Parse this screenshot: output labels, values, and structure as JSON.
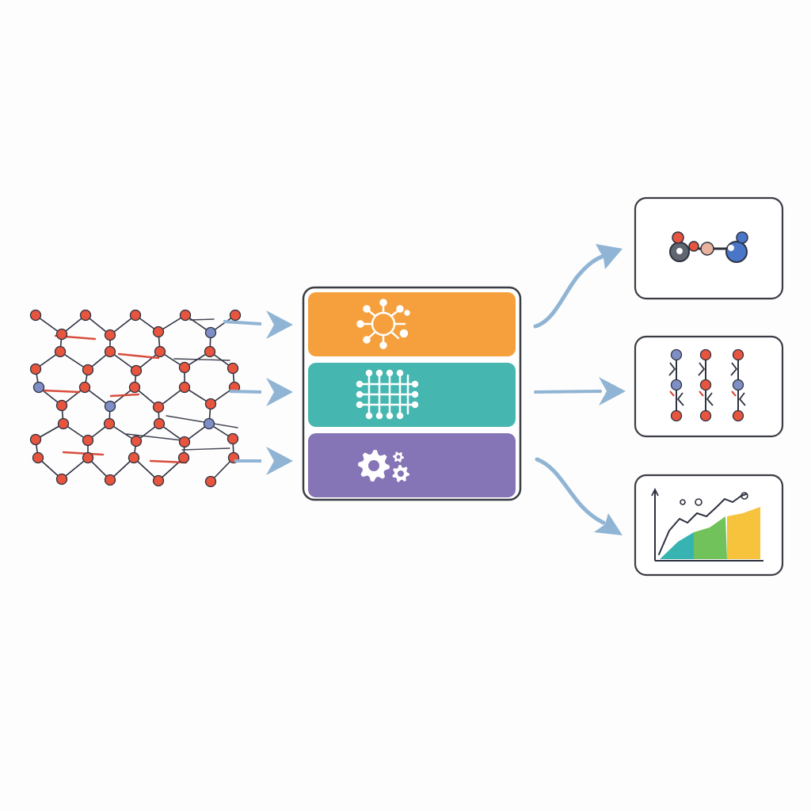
{
  "colors": {
    "background": "#fdfdfd",
    "node_red": "#e8553e",
    "node_blue": "#7f8fc6",
    "edge_dark": "#2d3140",
    "edge_red": "#d63a2a",
    "arrow": "#90b4d4",
    "block_orange": "#f5a03d",
    "block_teal": "#46b6b0",
    "block_purple": "#8574b6",
    "icon_white": "#ffffff",
    "panel_border": "#3a3d44",
    "chart_teal": "#37b3b1",
    "chart_green": "#72c25c",
    "chart_yellow": "#f7c23c"
  },
  "input_graph": {
    "description_name": "molecular-graph-lattice"
  },
  "processing_stack": {
    "blocks": [
      {
        "name": "orange-block",
        "icon": "network-hub-icon"
      },
      {
        "name": "teal-block",
        "icon": "grid-lattice-icon"
      },
      {
        "name": "purple-block",
        "icon": "gears-icon"
      }
    ]
  },
  "output_panels": [
    {
      "name": "molecule-output-panel",
      "icon": "molecule-icon"
    },
    {
      "name": "chain-output-panel",
      "icon": "node-chains-icon"
    },
    {
      "name": "chart-output-panel",
      "icon": "area-chart-icon"
    }
  ]
}
